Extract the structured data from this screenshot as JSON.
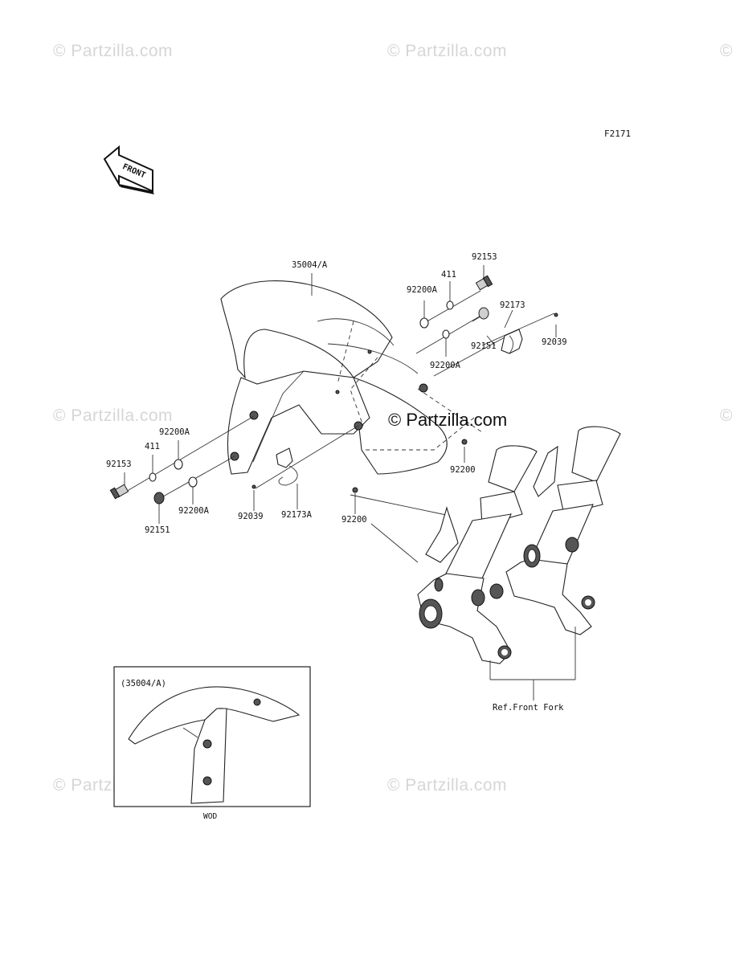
{
  "watermarks": [
    "© Partzilla.com",
    "© Partzilla.com",
    "© Partzilla.com",
    "© Partzilla.com",
    "© Partzilla.com",
    "© Partzilla.com",
    "© Partzilla.com"
  ],
  "center_watermark": "© Partzilla.com",
  "diagram_code": "F2171",
  "front_arrow_text": "FRONT",
  "labels": {
    "fender": "35004/A",
    "bolt_92153_r": "92153",
    "washer_411_r": "411",
    "washer_92200A_r1": "92200A",
    "clamp_92173": "92173",
    "bolt_92151_r": "92151",
    "screw_92039_r": "92039",
    "washer_92200A_r2": "92200A",
    "nut_92200_r": "92200",
    "washer_92200A_l1": "92200A",
    "washer_411_l": "411",
    "bolt_92153_l": "92153",
    "washer_92200A_l2": "92200A",
    "bolt_92151_l": "92151",
    "screw_92039_l": "92039",
    "clamp_92173A": "92173A",
    "nut_92200_l": "92200",
    "ref_front_fork": "Ref.Front Fork"
  },
  "inset": {
    "title": "(35004/A)",
    "caption": "WOD"
  }
}
